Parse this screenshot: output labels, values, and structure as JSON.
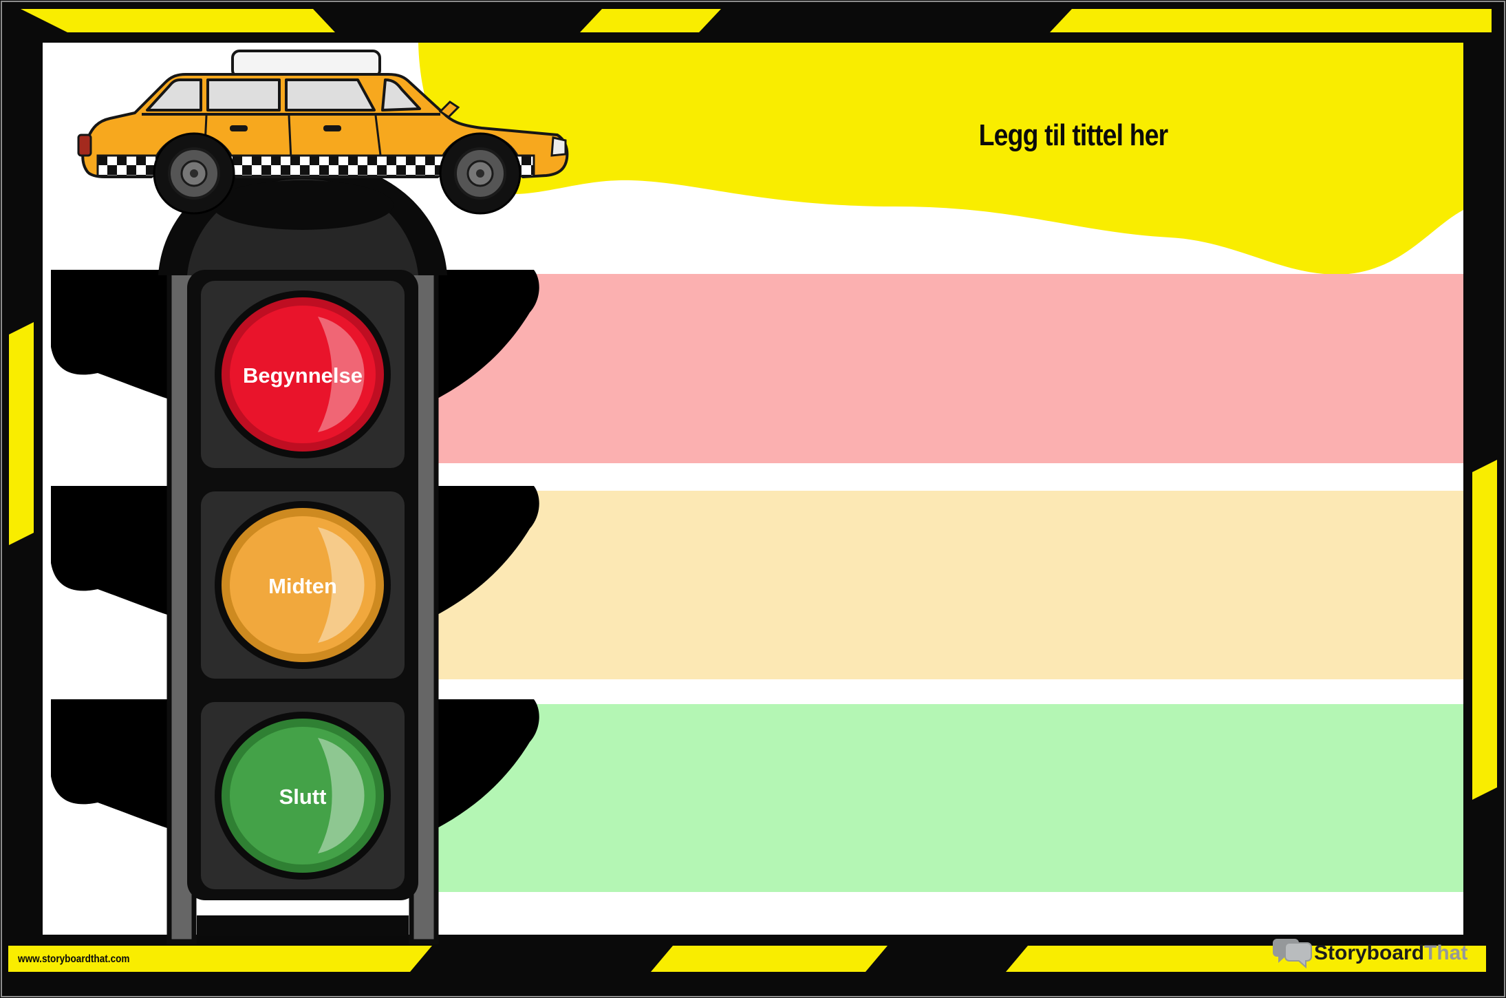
{
  "page": {
    "title_placeholder": "Legg til tittel her",
    "footer": {
      "website": "www.storyboardthat.com",
      "logo_part1": "Storyboard",
      "logo_part2": "That"
    }
  },
  "traffic_light": {
    "lights": [
      {
        "label": "Begynnelse",
        "light_color": "#E9142B",
        "rim_color": "#BF0E22",
        "band_color": "#FBB0B0"
      },
      {
        "label": "Midten",
        "light_color": "#F1A83D",
        "rim_color": "#CE8A20",
        "band_color": "#FCE8B4"
      },
      {
        "label": "Slutt",
        "light_color": "#44A248",
        "rim_color": "#2F8033",
        "band_color": "#B4F6B4"
      }
    ]
  },
  "colors": {
    "frame_yellow": "#F9ED00",
    "frame_black": "#0A0A0A",
    "blob_yellow": "#F9ED00",
    "taxi_yellow": "#F7A81E",
    "logo_dark": "#1B1C1E",
    "logo_gray": "#95989A"
  }
}
